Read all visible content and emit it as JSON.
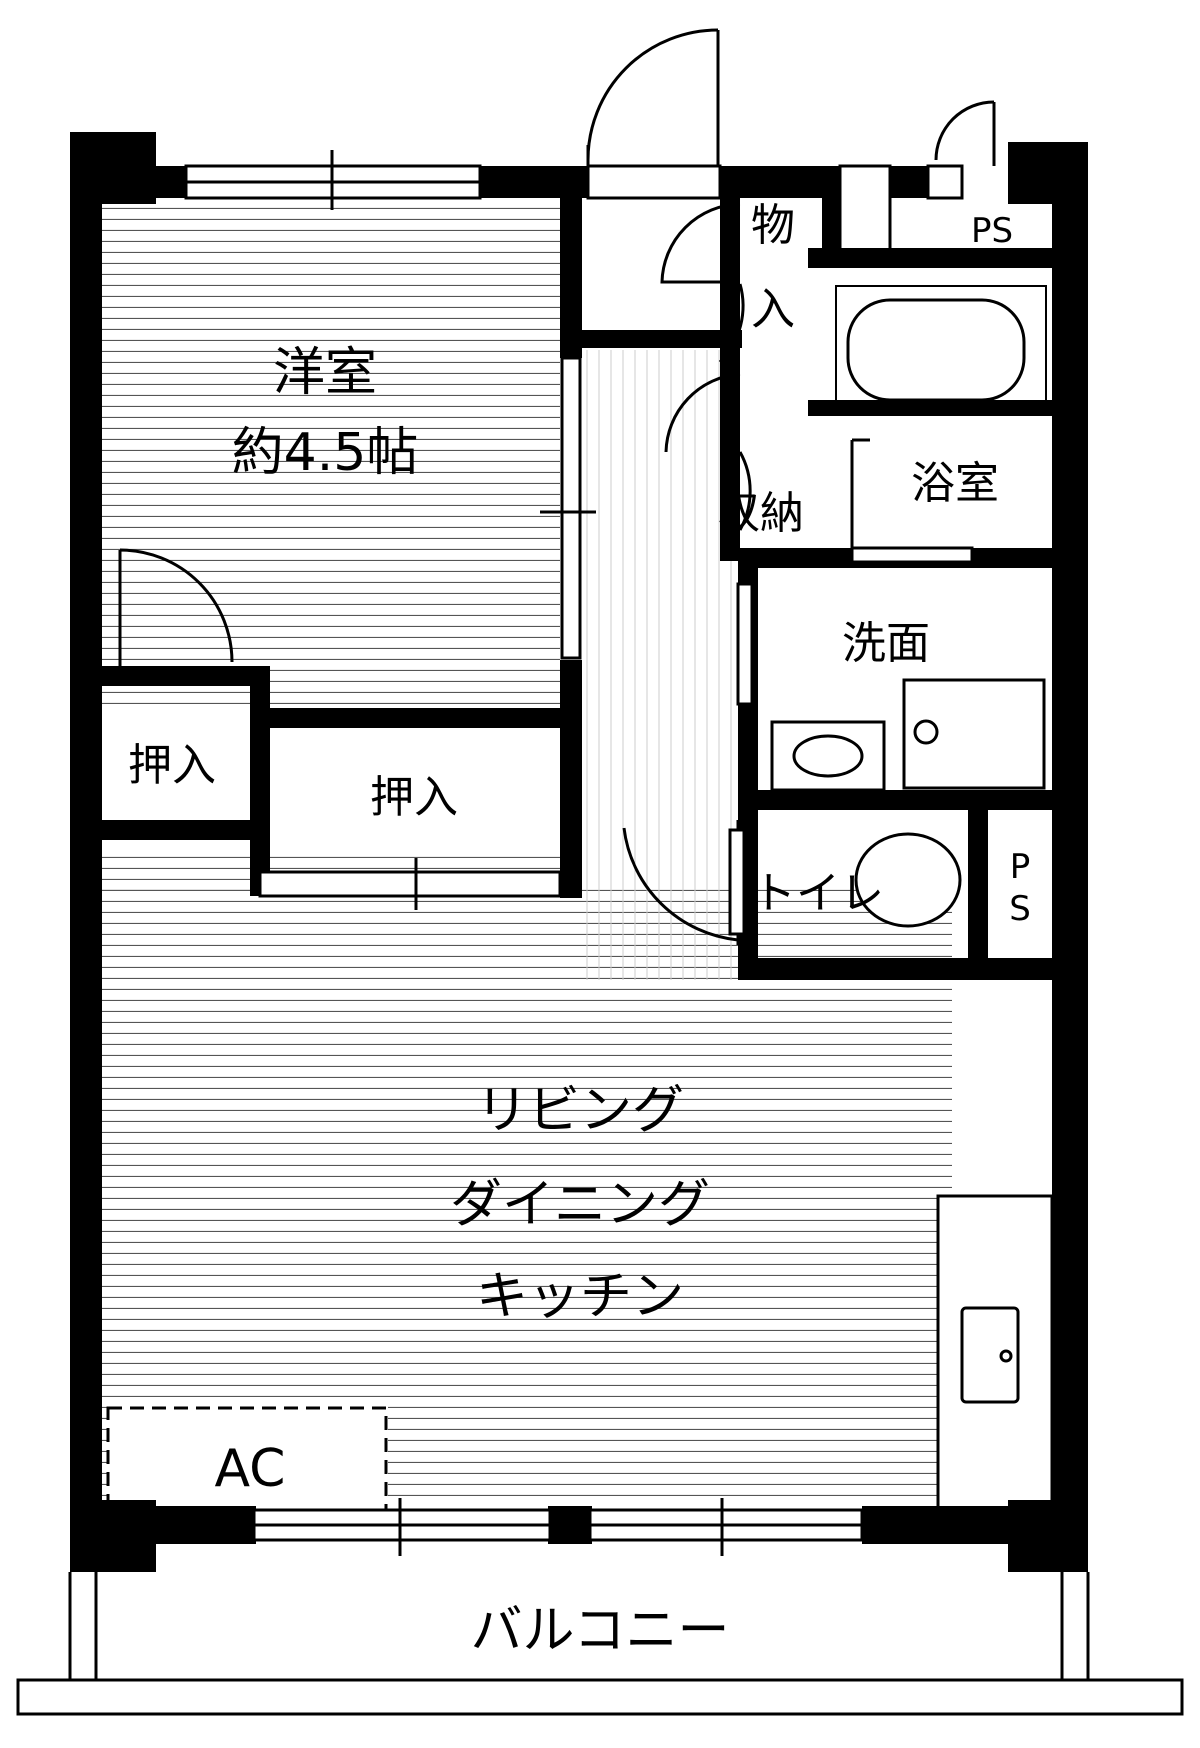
{
  "floorplan": {
    "rooms": {
      "western_room_name": "洋室",
      "western_room_size": "約4.5帖",
      "closet_left": "押入",
      "closet_center": "押入",
      "storage_top": "物入",
      "storage_bottom": "収納",
      "bath": "浴室",
      "washroom": "洗面",
      "toilet": "トイレ",
      "ldk_line1": "リビング",
      "ldk_line2": "ダイニング",
      "ldk_line3": "キッチン",
      "balcony": "バルコニー"
    },
    "fixtures": {
      "ps_top": "PS",
      "ps_side_p": "P",
      "ps_side_s": "S",
      "aircon": "AC"
    }
  }
}
